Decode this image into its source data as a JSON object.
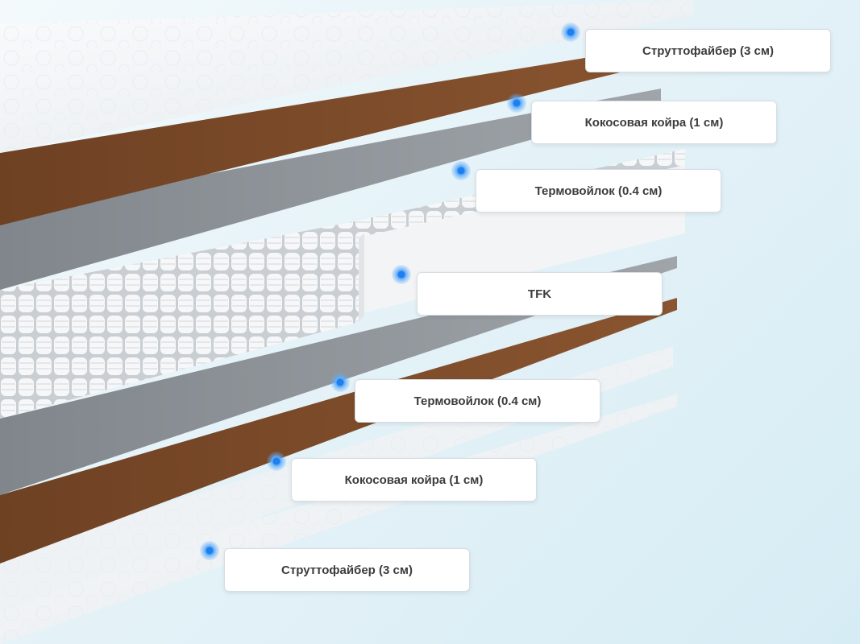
{
  "layers": [
    {
      "label": "Струттофайбер (3 см)"
    },
    {
      "label": "Кокосовая койра (1 см)"
    },
    {
      "label": "Термовойлок (0.4 см)"
    },
    {
      "label": "TFK"
    },
    {
      "label": "Термовойлок (0.4 см)"
    },
    {
      "label": "Кокосовая койра (1 см)"
    },
    {
      "label": "Струттофайбер (3 см)"
    }
  ],
  "colors": {
    "fiber": "#f1f4f6",
    "coir": "#7a4a2a",
    "felt": "#8d9296",
    "spring": "#f7f7f7",
    "marker": "#2b8cf2"
  }
}
